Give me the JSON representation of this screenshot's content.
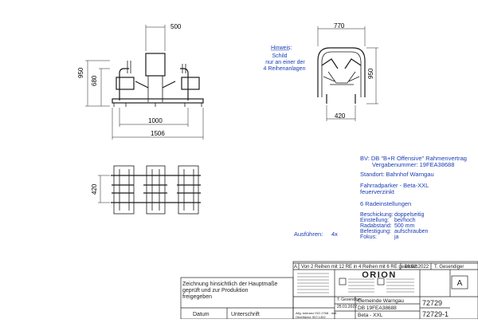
{
  "dimensions": {
    "front_width_top": "500",
    "front_height_outer": "950",
    "front_height_inner": "680",
    "front_width_mid": "1000",
    "front_width_total": "1506",
    "side_width_top": "770",
    "side_height": "950",
    "side_width_bottom": "420",
    "plan_depth": "420"
  },
  "note": {
    "title": "Hinweis:",
    "lines": [
      "Schild",
      "nur an einer der",
      "4 Reihenanlagen"
    ]
  },
  "spec": {
    "bv_line1": "BV: DB \"B+R Offensive\" Rahmenvertrag",
    "bv_line2": "Vergabenummer: 19FEA38688",
    "standort": "Standort: Bahnhof Warngau",
    "product_line1": "Fahrradparker - Beta-XXL",
    "product_line2": "feuerverzinkt",
    "radeinstellungen": "6 Radeinstellungen",
    "params_labels": [
      "Beschickung:",
      "Einstellung:",
      "Radabstand:",
      "Befestigung:",
      "Fokus:"
    ],
    "params_values": [
      "doppelseitig",
      "bei/hoch",
      "500 mm",
      "aufschrauben",
      "ja"
    ],
    "ausfuehren": "Ausführen:",
    "ausfuehren_count": "4x"
  },
  "approval": {
    "line1": "Zeichnung hinsichtlich der Hauptmaße",
    "line2": "geprüft und zur Produktion",
    "line3": "freigegeben",
    "date_label": "Datum",
    "signature_label": "Unterschrift"
  },
  "title_block": {
    "revision_letter": "A",
    "revision_text": "Von 2 Reihen mit 12 RE in 4 Reihen mit 6 RE geändert",
    "revision_date": "08.02.2022",
    "revision_author": "T. Gesendiger",
    "brand": "ORION",
    "drawn_by": "T. Gesendiger",
    "drawn_date": "25.01.2022",
    "customer": "Gemeinde Warngau",
    "project": "DB 19FEA38688",
    "product": "Beta - XXL",
    "drawing_number": "72729",
    "sheet_number": "72729-1",
    "index_letter": "A",
    "tolerance_1": "Allg. toleranz ISO 2768 - m/K",
    "tolerance_2": "Oberfläche ISO 1302"
  }
}
